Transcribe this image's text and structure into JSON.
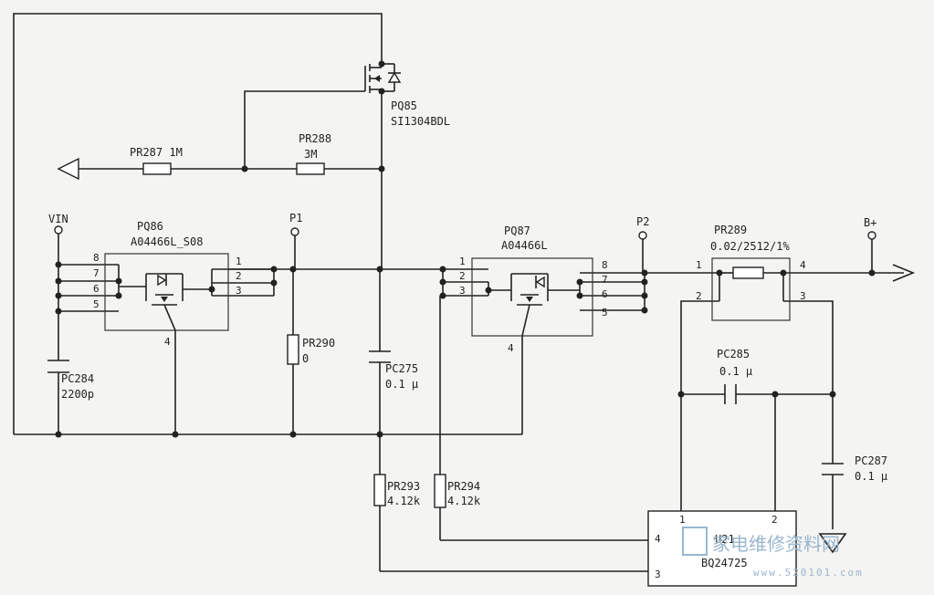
{
  "labels": {
    "vin": "VIN",
    "p1": "P1",
    "p2": "P2",
    "bplus": "B+",
    "pq85_ref": "PQ85",
    "pq85_part": "SI1304BDL",
    "pq86_ref": "PQ86",
    "pq86_part": "A04466L_S08",
    "pq87_ref": "PQ87",
    "pq87_part": "A04466L",
    "pr287": "PR287 1M",
    "pr288_ref": "PR288",
    "pr288_val": "3M",
    "pr289_ref": "PR289",
    "pr289_val": "0.02/2512/1%",
    "pr290_ref": "PR290",
    "pr290_val": "0",
    "pc284_ref": "PC284",
    "pc284_val": "2200p",
    "pc275_ref": "PC275",
    "pc275_val": "0.1 μ",
    "pc285_ref": "PC285",
    "pc285_val": "0.1 μ",
    "pc287_ref": "PC287",
    "pc287_val": "0.1 μ",
    "pr293_ref": "PR293",
    "pr293_val": "4.12k",
    "pr294_ref": "PR294",
    "pr294_val": "4.12k",
    "u21_ref": "U21",
    "u21_part": "BQ24725"
  },
  "pins": {
    "pq86": [
      "8",
      "7",
      "6",
      "5",
      "1",
      "2",
      "3",
      "4"
    ],
    "pq87": [
      "1",
      "2",
      "3",
      "8",
      "7",
      "6",
      "5",
      "4"
    ],
    "pr289": [
      "1",
      "4",
      "2",
      "3"
    ],
    "u21": [
      "1",
      "2",
      "4",
      "3"
    ]
  },
  "watermark": {
    "text": "家电维修资料网",
    "url": "www.520101.com"
  }
}
